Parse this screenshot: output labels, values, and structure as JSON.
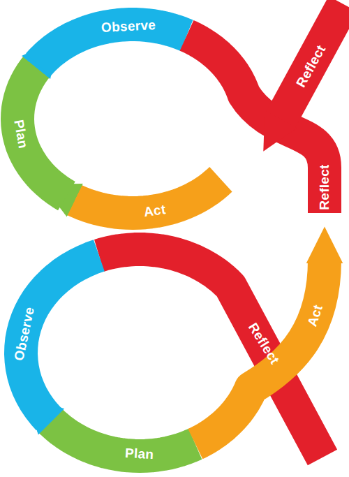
{
  "diagram": {
    "nodes": [
      {
        "text": [
          "Observe"
        ]
      },
      {
        "text": [
          "Reflect"
        ]
      },
      {
        "text": [
          "Plan"
        ]
      },
      {
        "text": [
          "Reflect"
        ]
      },
      {
        "text": [
          "Act"
        ]
      },
      {
        "text": [
          "Observe"
        ]
      },
      {
        "text": [
          "Reflect"
        ]
      },
      {
        "text": [
          "Act"
        ]
      },
      {
        "text": [
          "Plan"
        ]
      }
    ]
  }
}
